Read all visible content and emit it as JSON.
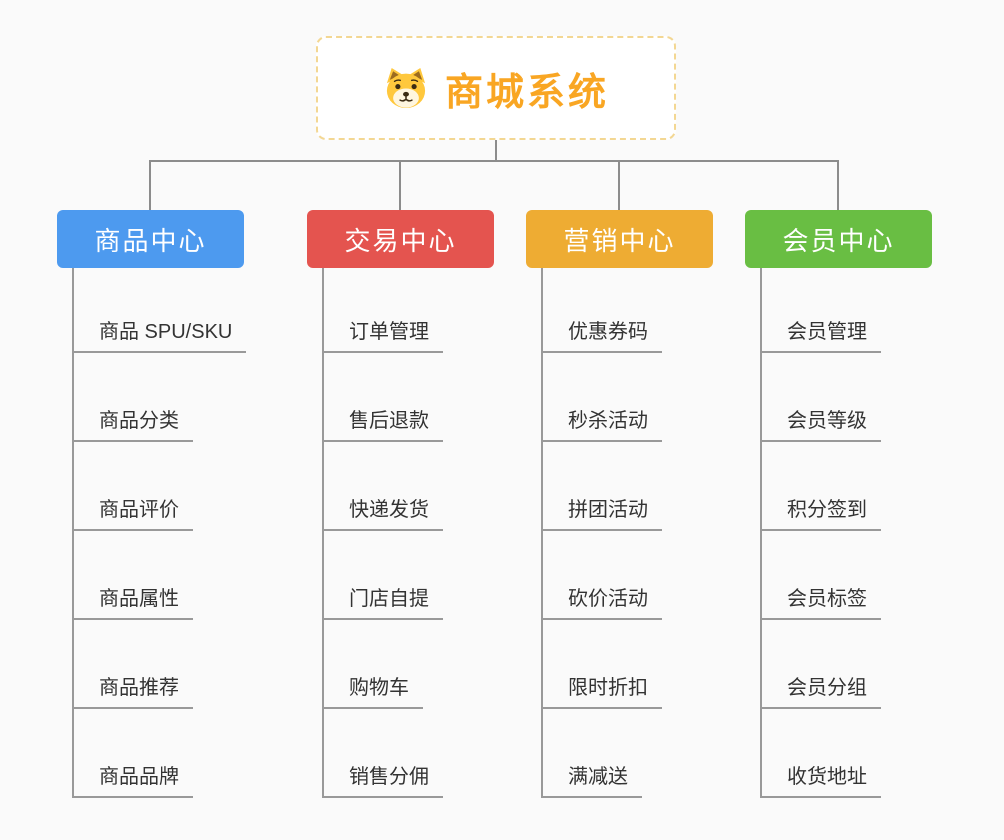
{
  "root": {
    "title": "商城系统",
    "icon": "dog-face-icon",
    "title_color": "#f9a623",
    "border_color": "#f3d793"
  },
  "connector_color": "#8c8c8c",
  "branches": [
    {
      "label": "商品中心",
      "color": "#4d9aef",
      "children": [
        "商品 SPU/SKU",
        "商品分类",
        "商品评价",
        "商品属性",
        "商品推荐",
        "商品品牌"
      ]
    },
    {
      "label": "交易中心",
      "color": "#e4544f",
      "children": [
        "订单管理",
        "售后退款",
        "快递发货",
        "门店自提",
        "购物车",
        "销售分佣"
      ]
    },
    {
      "label": "营销中心",
      "color": "#eeac33",
      "children": [
        "优惠券码",
        "秒杀活动",
        "拼团活动",
        "砍价活动",
        "限时折扣",
        "满减送"
      ]
    },
    {
      "label": "会员中心",
      "color": "#69be43",
      "children": [
        "会员管理",
        "会员等级",
        "积分签到",
        "会员标签",
        "会员分组",
        "收货地址"
      ]
    }
  ]
}
